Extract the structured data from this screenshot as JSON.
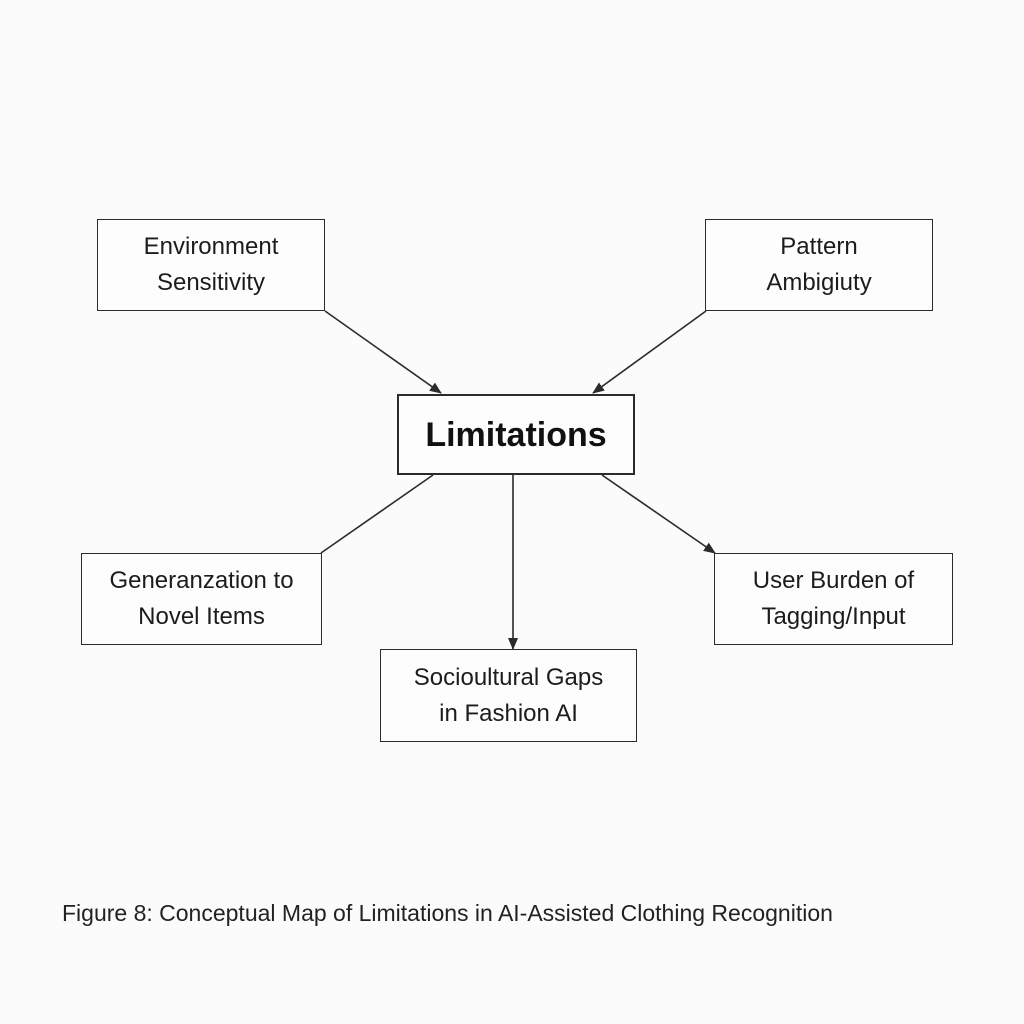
{
  "diagram": {
    "center": {
      "label": "Limitations"
    },
    "nodes": {
      "environment": {
        "line1": "Environment",
        "line2": "Sensitivity"
      },
      "pattern": {
        "line1": "Pattern",
        "line2": "Ambigiuty"
      },
      "generalization": {
        "line1": "Generanzation to",
        "line2": "Novel Items"
      },
      "user_burden": {
        "line1": "User Burden of",
        "line2": "Tagging/Input"
      },
      "sociocultural": {
        "line1": "Socioultural Gaps",
        "line2": "in Fashion AI"
      }
    },
    "caption": "Figure 8: Conceptual Map of Limitations in AI-Assisted Clothing Recognition",
    "colors": {
      "background": "#fbfbfb",
      "stroke": "#2b2b2b",
      "text": "#1c1c1c"
    }
  }
}
